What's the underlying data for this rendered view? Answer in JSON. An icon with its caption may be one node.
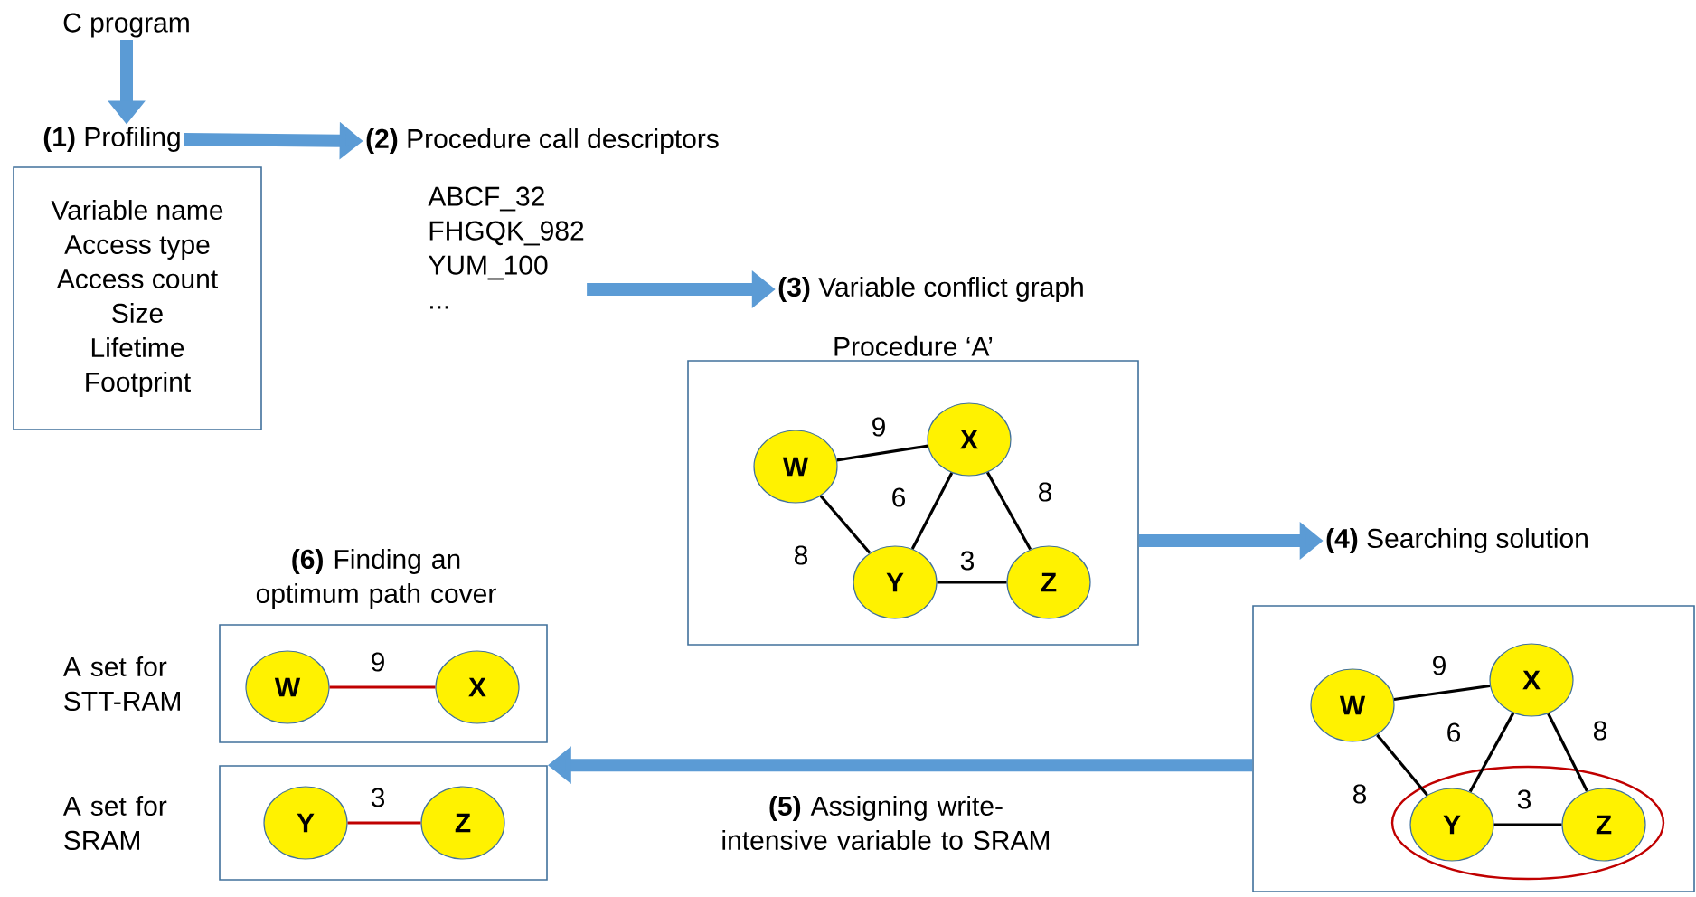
{
  "diagram": {
    "nodes": [
      {
        "text": [
          "C program"
        ]
      },
      {
        "text": [
          "**(1)** Profiling"
        ]
      },
      {
        "text": [
          "Variable name",
          "Access type",
          "Access count",
          "Size",
          "Lifetime",
          "Footprint"
        ]
      },
      {
        "text": [
          "**(2)** Procedure call descriptors"
        ]
      },
      {
        "text": [
          "ABCF_32",
          "FHGQK_982",
          "YUM_100",
          "..."
        ]
      },
      {
        "text": [
          "**(3)** Variable conflict graph"
        ]
      },
      {
        "text": [
          "Procedure ‘A’"
        ]
      },
      {
        "text": [
          "W"
        ],
        "in": 6
      },
      {
        "text": [
          "X"
        ],
        "in": 6
      },
      {
        "text": [
          "Y"
        ],
        "in": 6
      },
      {
        "text": [
          "Z"
        ],
        "in": 6
      },
      {
        "text": [
          "**(4)** Searching solution"
        ]
      },
      {
        "text": [],
        "shape": "box"
      },
      {
        "text": [
          "W"
        ],
        "in": 12
      },
      {
        "text": [
          "X"
        ],
        "in": 12
      },
      {
        "text": [
          "Y"
        ],
        "in": 12
      },
      {
        "text": [
          "Z"
        ],
        "in": 12
      },
      {
        "text": [],
        "shape": "box",
        "beside": [
          "A set for STT-RAM"
        ]
      },
      {
        "text": [
          "W"
        ],
        "in": 17
      },
      {
        "text": [
          "X"
        ],
        "in": 17
      },
      {
        "text": [],
        "shape": "box",
        "beside": [
          "A set for SRAM"
        ]
      },
      {
        "text": [
          "Y"
        ],
        "in": 20
      },
      {
        "text": [
          "Z"
        ],
        "in": 20
      }
    ],
    "edges": [
      {
        "from": 0,
        "to": 1,
        "arrow": "to",
        "style": "thick",
        "color": "#5b9bd5"
      },
      {
        "from": 1,
        "to": 3,
        "arrow": "to",
        "style": "thick",
        "color": "#5b9bd5"
      },
      {
        "from": 4,
        "to": 5,
        "arrow": "to",
        "style": "thick",
        "color": "#5b9bd5"
      },
      {
        "from": 6,
        "to": 11,
        "arrow": "to",
        "style": "thick",
        "color": "#5b9bd5"
      },
      {
        "from": 12,
        "to": 20,
        "arrow": "to",
        "style": "thick",
        "color": "#5b9bd5",
        "label": "**(5)** Assigning write-intensive variable to SRAM"
      },
      {
        "from": 7,
        "to": 8,
        "arrow": "none",
        "label": "9"
      },
      {
        "from": 7,
        "to": 9,
        "arrow": "none",
        "label": "8"
      },
      {
        "from": 8,
        "to": 9,
        "arrow": "none",
        "label": "6"
      },
      {
        "from": 8,
        "to": 10,
        "arrow": "none",
        "label": "8"
      },
      {
        "from": 9,
        "to": 10,
        "arrow": "none",
        "label": "3"
      },
      {
        "from": 13,
        "to": 14,
        "arrow": "none",
        "label": "9"
      },
      {
        "from": 13,
        "to": 15,
        "arrow": "none",
        "label": "8"
      },
      {
        "from": 14,
        "to": 15,
        "arrow": "none",
        "label": "6"
      },
      {
        "from": 14,
        "to": 16,
        "arrow": "none",
        "label": "8"
      },
      {
        "from": 15,
        "to": 16,
        "arrow": "none",
        "label": "3"
      },
      {
        "from": 18,
        "to": 19,
        "arrow": "none",
        "label": "9",
        "color": "#c00000"
      },
      {
        "from": 21,
        "to": 22,
        "arrow": "none",
        "label": "3",
        "color": "#c00000"
      }
    ],
    "labels": [
      "**(6)** Finding an optimum path cover"
    ]
  }
}
